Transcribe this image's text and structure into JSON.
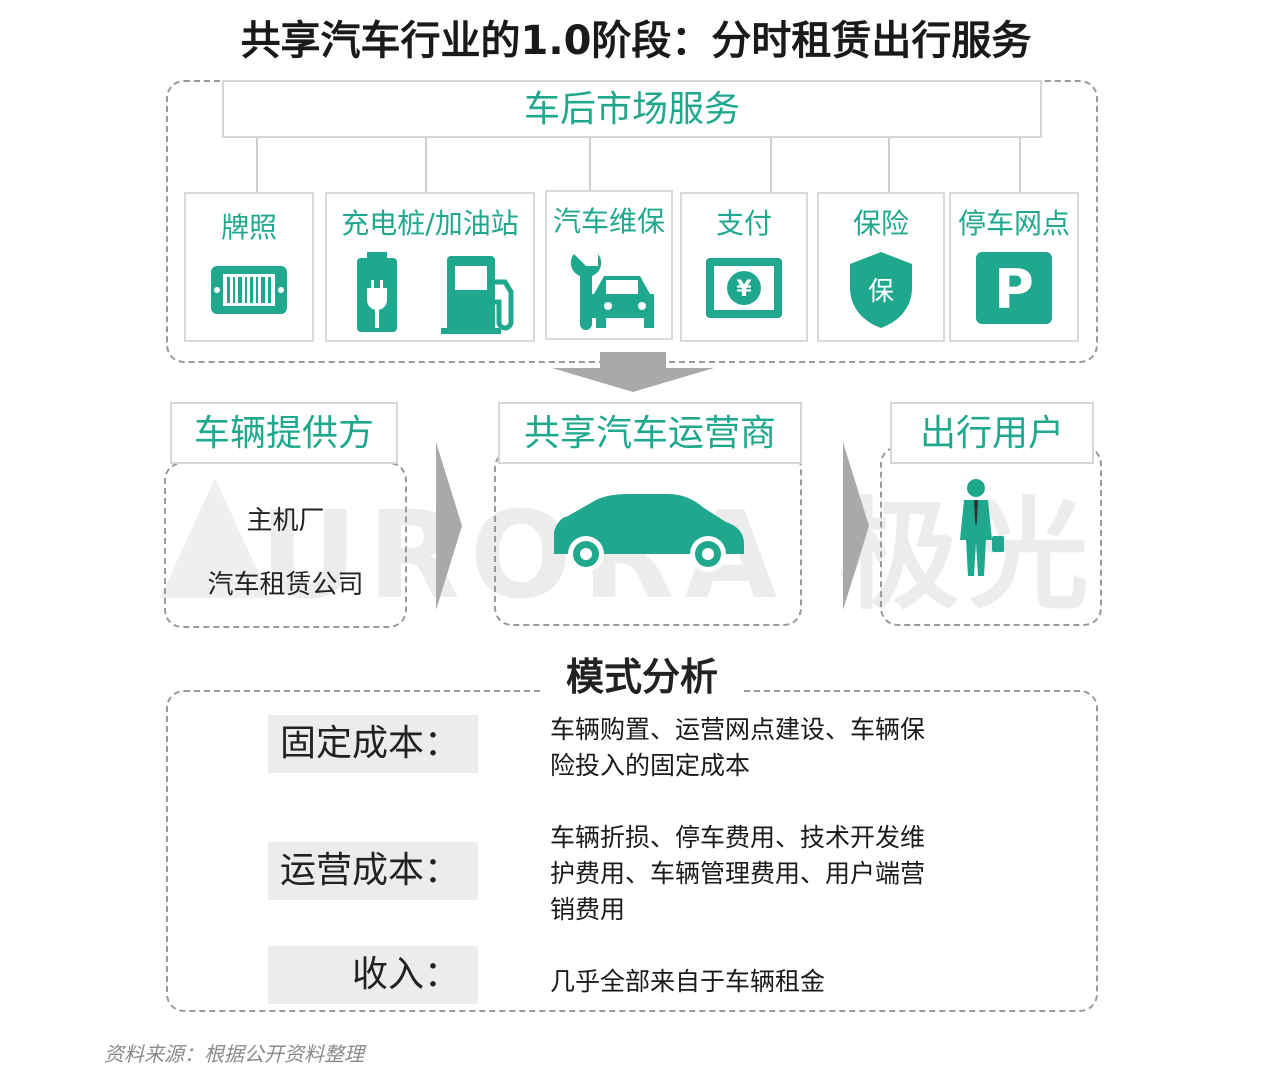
{
  "title": "共享汽车行业的1.0阶段：分时租赁出行服务",
  "aftermarket": {
    "header": "车后市场服务",
    "items": [
      {
        "label": "牌照",
        "icon": "license-plate-icon"
      },
      {
        "label": "充电桩/加油站",
        "icon": "charging-station-icon"
      },
      {
        "label": "汽车维保",
        "icon": "car-repair-icon"
      },
      {
        "label": "支付",
        "icon": "payment-icon"
      },
      {
        "label": "保险",
        "icon": "insurance-shield-icon"
      },
      {
        "label": "停车网点",
        "icon": "parking-icon"
      }
    ],
    "insurance_glyph": "保",
    "payment_glyph": "¥",
    "parking_glyph": "P"
  },
  "flow": {
    "provider": {
      "title": "车辆提供方",
      "lines": [
        "主机厂",
        "汽车租赁公司"
      ]
    },
    "operator": {
      "title": "共享汽车运营商",
      "icon": "car-icon"
    },
    "user": {
      "title": "出行用户",
      "icon": "business-person-icon"
    }
  },
  "watermark": {
    "text": "URORA 极光"
  },
  "analysis": {
    "title": "模式分析",
    "rows": [
      {
        "label": "固定成本：",
        "desc": [
          "车辆购置、运营网点建设、车辆保",
          "险投入的固定成本"
        ]
      },
      {
        "label": "运营成本：",
        "desc": [
          "车辆折损、停车费用、技术开发维",
          "护费用、车辆管理费用、用户端营",
          "销费用"
        ]
      },
      {
        "label": "收入：",
        "desc": [
          "几乎全部来自于车辆租金"
        ]
      }
    ]
  },
  "source": "资料来源：根据公开资料整理",
  "colors": {
    "accent": "#1fa88e",
    "grey_arrow": "#a9a9a9",
    "label_bg": "#ececec"
  }
}
